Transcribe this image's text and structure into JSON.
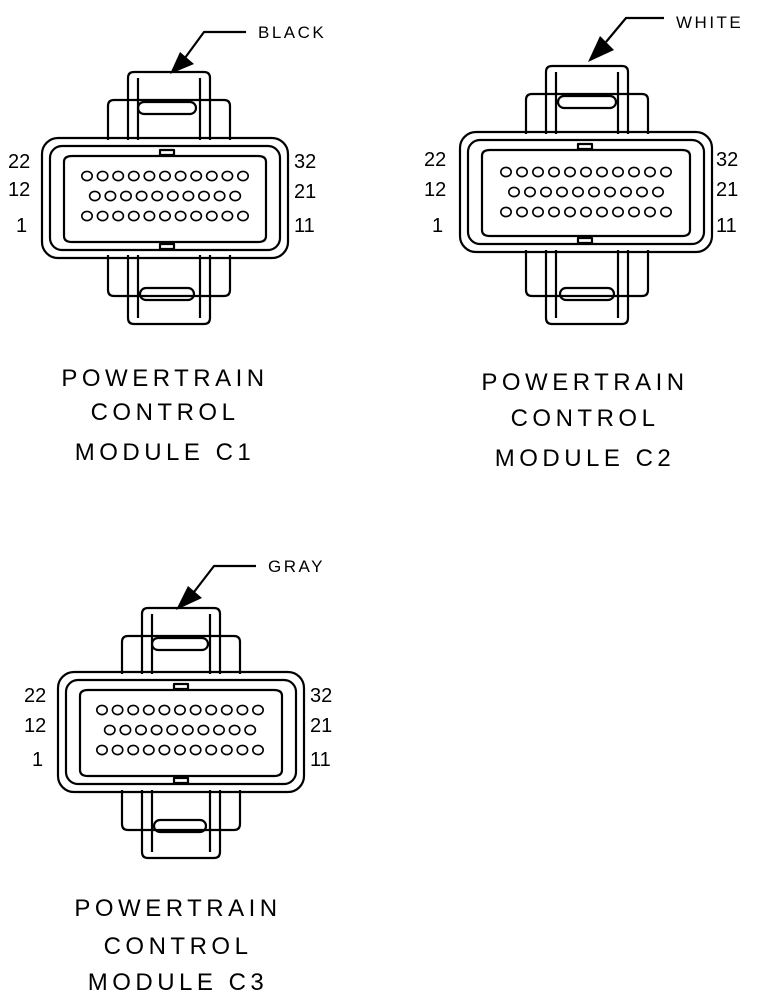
{
  "connectors": [
    {
      "id": "c1",
      "wire_color": "BLACK",
      "title_lines": [
        "POWERTRAIN",
        "CONTROL",
        "MODULE C1"
      ],
      "left_pins": [
        "22",
        "12",
        "1"
      ],
      "right_pins": [
        "32",
        "21",
        "11"
      ],
      "pin_rows": [
        11,
        10,
        11
      ]
    },
    {
      "id": "c2",
      "wire_color": "WHITE",
      "title_lines": [
        "POWERTRAIN",
        "CONTROL",
        "MODULE C2"
      ],
      "left_pins": [
        "22",
        "12",
        "1"
      ],
      "right_pins": [
        "32",
        "21",
        "11"
      ],
      "pin_rows": [
        11,
        10,
        11
      ]
    },
    {
      "id": "c3",
      "wire_color": "GRAY",
      "title_lines": [
        "POWERTRAIN",
        "CONTROL",
        "MODULE C3"
      ],
      "left_pins": [
        "22",
        "12",
        "1"
      ],
      "right_pins": [
        "32",
        "21",
        "11"
      ],
      "pin_rows": [
        11,
        10,
        11
      ]
    }
  ]
}
